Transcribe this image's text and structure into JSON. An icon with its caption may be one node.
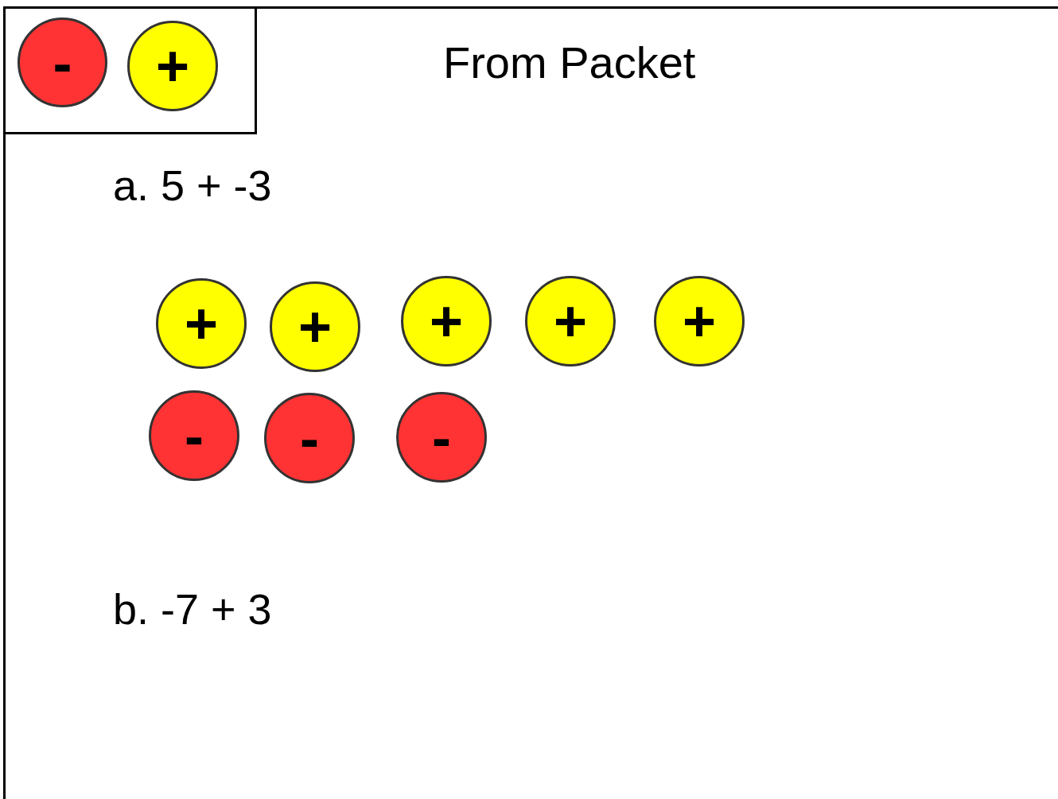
{
  "diagram": {
    "title": "From Packet",
    "nodes": [
      {
        "text": [],
        "shape": "box"
      },
      {
        "text": [
          "-"
        ],
        "in": 0
      },
      {
        "text": [
          "+"
        ],
        "in": 0
      },
      {
        "text": [
          "+"
        ]
      },
      {
        "text": [
          "+"
        ]
      },
      {
        "text": [
          "+"
        ]
      },
      {
        "text": [
          "+"
        ]
      },
      {
        "text": [
          "+"
        ]
      },
      {
        "text": [
          "-"
        ]
      },
      {
        "text": [
          "-"
        ]
      },
      {
        "text": [
          "-"
        ]
      }
    ],
    "edges": [],
    "labels": [
      "a. 5 + -3",
      "b. -7 + 3"
    ]
  }
}
